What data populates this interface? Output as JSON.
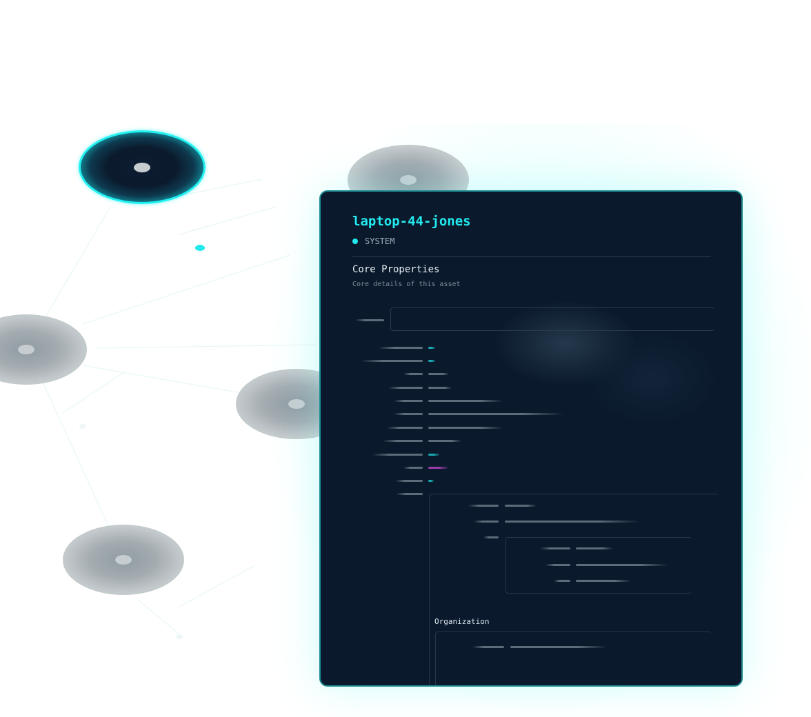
{
  "asset": {
    "name": "laptop-44-jones",
    "type": "SYSTEM"
  },
  "section": {
    "title": "Core Properties",
    "description": "Core details of this asset"
  },
  "subsection": {
    "title": "Organization"
  },
  "colors": {
    "accent": "#22eaf0",
    "panel_bg": "#0a1a2c",
    "panel_border": "#1d8c93",
    "tag_magenta": "#9a3ca8"
  },
  "icons": [
    "status-dot-icon"
  ]
}
